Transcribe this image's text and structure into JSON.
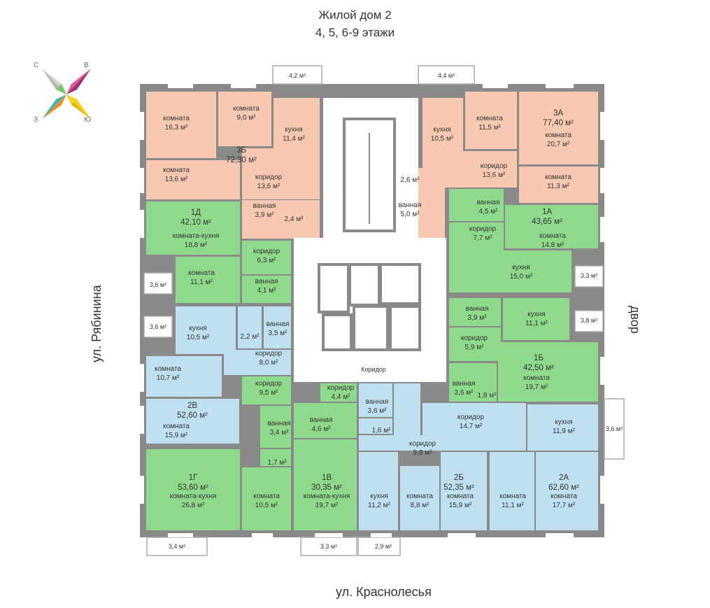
{
  "header": {
    "title": "Жилой дом 2",
    "floors": "4, 5, 6-9 этажи"
  },
  "streets": {
    "left": "ул. Рябинина",
    "bottom": "ул. Краснолесья",
    "right": "двор"
  },
  "compass": {
    "n": "С",
    "e": "В",
    "s": "Ю",
    "w": "З"
  },
  "corridor_label": "Коридор",
  "colors": {
    "pink": "#f7c9b1",
    "green": "#8fd98c",
    "blue": "#bfe0f0",
    "wall": "#8a8a8a",
    "core": "#ffffff"
  },
  "apartments": [
    {
      "id": "3Б",
      "area": "72,30 м²",
      "color": "pink"
    },
    {
      "id": "3А",
      "area": "77,40 м²",
      "color": "pink"
    },
    {
      "id": "1Д",
      "area": "42,10 м²",
      "color": "green"
    },
    {
      "id": "1А",
      "area": "43,65 м²",
      "color": "green"
    },
    {
      "id": "1Б",
      "area": "42,50 м²",
      "color": "green"
    },
    {
      "id": "2В",
      "area": "52,60 м²",
      "color": "blue"
    },
    {
      "id": "1Г",
      "area": "53,60 м²",
      "color": "green"
    },
    {
      "id": "1В",
      "area": "30,35 м²",
      "color": "green"
    },
    {
      "id": "2Б",
      "area": "52,35 м²",
      "color": "blue"
    },
    {
      "id": "2А",
      "area": "62,60 м²",
      "color": "blue"
    }
  ],
  "rooms": [
    {
      "name": "комната",
      "area": "16,3 м²"
    },
    {
      "name": "комната",
      "area": "9,0 м²"
    },
    {
      "name": "кухня",
      "area": "11,4 м²"
    },
    {
      "name": "комната",
      "area": "13,6 м²"
    },
    {
      "name": "коридор",
      "area": "13,6 м²"
    },
    {
      "name": "ванная",
      "area": "3,9 м²"
    },
    {
      "name": "",
      "area": "2,4 м²"
    },
    {
      "name": "кухня",
      "area": "10,5 м²"
    },
    {
      "name": "комната",
      "area": "11,5 м²"
    },
    {
      "name": "комната",
      "area": "20,7 м²"
    },
    {
      "name": "коридор",
      "area": "13,6 м²"
    },
    {
      "name": "комната",
      "area": "11,3 м²"
    },
    {
      "name": "",
      "area": "2,6 м²"
    },
    {
      "name": "ванная",
      "area": "5,0 м²"
    },
    {
      "name": "комната-кухня",
      "area": "18,8 м²"
    },
    {
      "name": "коридор",
      "area": "6,3 м²"
    },
    {
      "name": "комната",
      "area": "11,1 м²"
    },
    {
      "name": "ванная",
      "area": "4,1 м²"
    },
    {
      "name": "ванная",
      "area": "4,5 м²"
    },
    {
      "name": "коридор",
      "area": "7,7 м²"
    },
    {
      "name": "комната",
      "area": "14,8 м²"
    },
    {
      "name": "кухня",
      "area": "15,0 м²"
    },
    {
      "name": "кухня",
      "area": "10,5 м²"
    },
    {
      "name": "",
      "area": "2,2 м²"
    },
    {
      "name": "ванная",
      "area": "3,5 м²"
    },
    {
      "name": "коридор",
      "area": "8,0 м²"
    },
    {
      "name": "ванная",
      "area": "3,9 м²"
    },
    {
      "name": "кухня",
      "area": "11,1 м²"
    },
    {
      "name": "коридор",
      "area": "5,9 м²"
    },
    {
      "name": "комната",
      "area": "19,7 м²"
    },
    {
      "name": "комната",
      "area": "10,7 м²"
    },
    {
      "name": "комната",
      "area": "15,9 м²"
    },
    {
      "name": "коридор",
      "area": "9,5 м²"
    },
    {
      "name": "ванная",
      "area": "3,4 м²"
    },
    {
      "name": "",
      "area": "1,7 м²"
    },
    {
      "name": "коридор",
      "area": "4,4 м²"
    },
    {
      "name": "ванная",
      "area": "4,6 м²"
    },
    {
      "name": "ванная",
      "area": "3,6 м²"
    },
    {
      "name": "",
      "area": "1,6 м²"
    },
    {
      "name": "ванная",
      "area": "3,6 м²"
    },
    {
      "name": "",
      "area": "1,8 м²"
    },
    {
      "name": "коридор",
      "area": "14,7 м²"
    },
    {
      "name": "кухня",
      "area": "11,9 м²"
    },
    {
      "name": "коридор",
      "area": "9,8 м²"
    },
    {
      "name": "комната-кухня",
      "area": "26,8 м²"
    },
    {
      "name": "комната",
      "area": "10,5 м²"
    },
    {
      "name": "комната-кухня",
      "area": "19,7 м²"
    },
    {
      "name": "кухня",
      "area": "11,2 м²"
    },
    {
      "name": "комната",
      "area": "8,8 м²"
    },
    {
      "name": "комната",
      "area": "15,9 м²"
    },
    {
      "name": "комната",
      "area": "11,1 м²"
    },
    {
      "name": "комната",
      "area": "17,7 м²"
    }
  ],
  "balconies": [
    "4,2 м²",
    "4,4 м²",
    "3,6 м²",
    "3,6 м²",
    "3,3 м²",
    "3,8 м²",
    "3,6 м²",
    "3,4 м²",
    "3,3 м²",
    "2,9 м²"
  ]
}
